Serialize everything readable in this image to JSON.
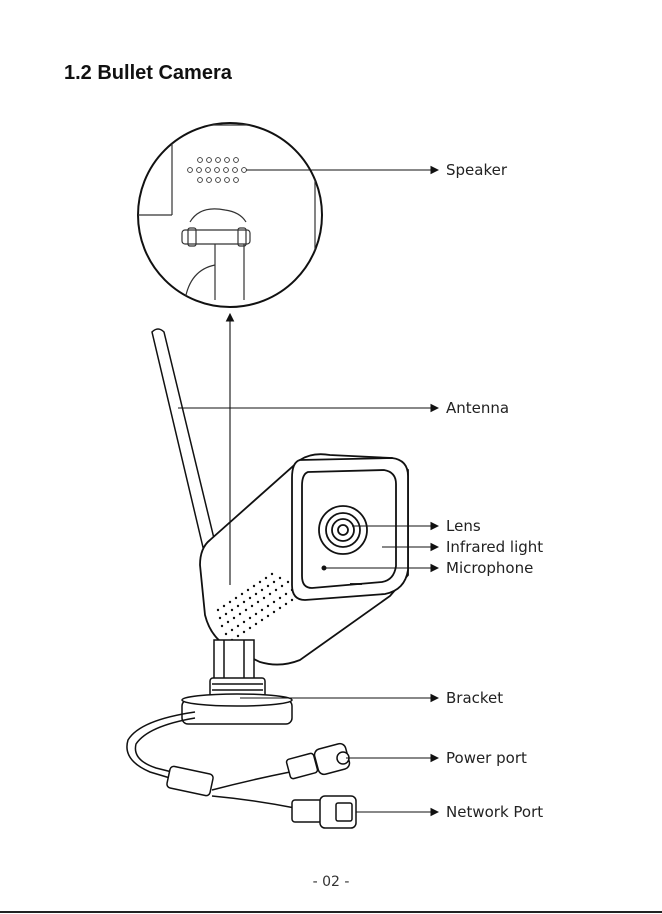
{
  "section": {
    "title": "1.2 Bullet Camera"
  },
  "labels": {
    "speaker": "Speaker",
    "antenna": "Antenna",
    "lens": "Lens",
    "infrared_light": "Infrared light",
    "microphone": "Microphone",
    "bracket": "Bracket",
    "power_port": "Power port",
    "network_port": "Network Port"
  },
  "footer": {
    "page_number": "- 02 -"
  }
}
